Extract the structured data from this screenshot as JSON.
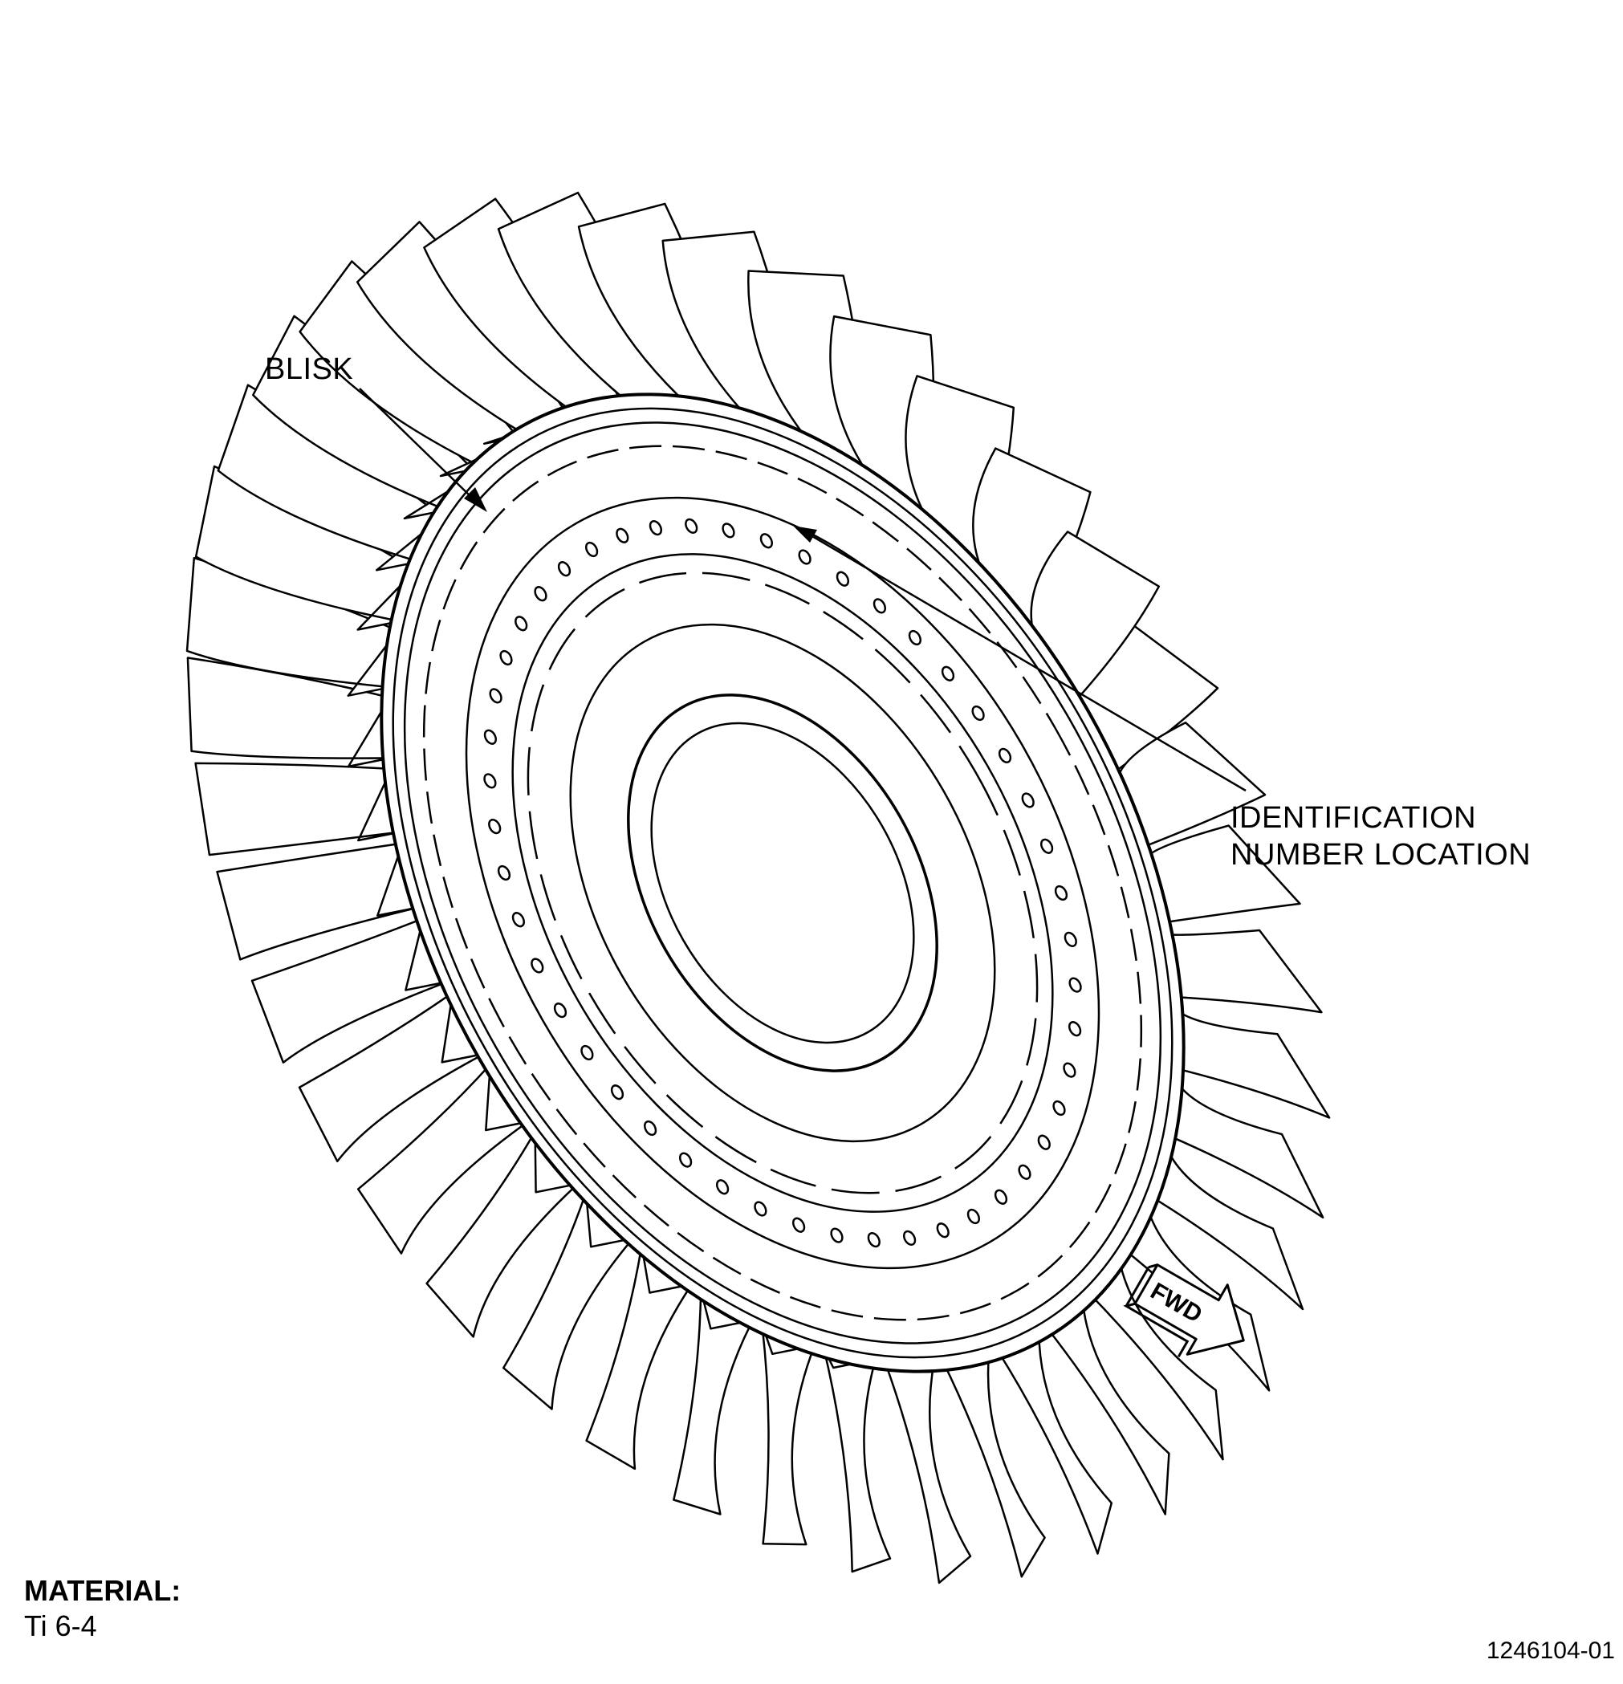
{
  "callouts": {
    "blisk": "BLISK",
    "identification_line1": "IDENTIFICATION",
    "identification_line2": "NUMBER LOCATION"
  },
  "orientation_arrow": {
    "label": "FWD"
  },
  "material": {
    "heading": "MATERIAL:",
    "value": "Ti 6-4"
  },
  "figure_number": "1246104-01",
  "drawing": {
    "line_color": "#000000",
    "background": "#ffffff"
  }
}
